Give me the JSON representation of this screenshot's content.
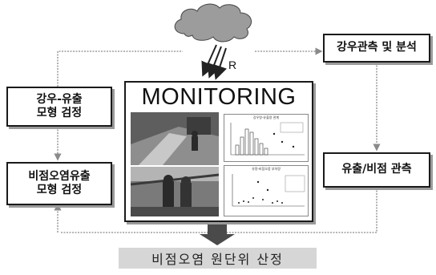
{
  "boxes": {
    "rainfall_observation": "강우관측 및 분석",
    "rainfall_runoff_model": [
      "강우-유출",
      "모형 검정"
    ],
    "nonpoint_runoff_model": [
      "비점오염유출",
      "모형 검정"
    ],
    "runoff_observation": "유출/비점 관측"
  },
  "monitoring": {
    "title": "MONITORING",
    "chart_top_title": "강우량-유출량 관계",
    "chart_bottom_title": "유량-비점오염 부하량"
  },
  "rain_label": "R",
  "banner": "비점오염 원단위 산정",
  "colors": {
    "border": "#1a1a1a",
    "link": "#9a9a9a",
    "banner_bg": "#d6d6d6"
  }
}
